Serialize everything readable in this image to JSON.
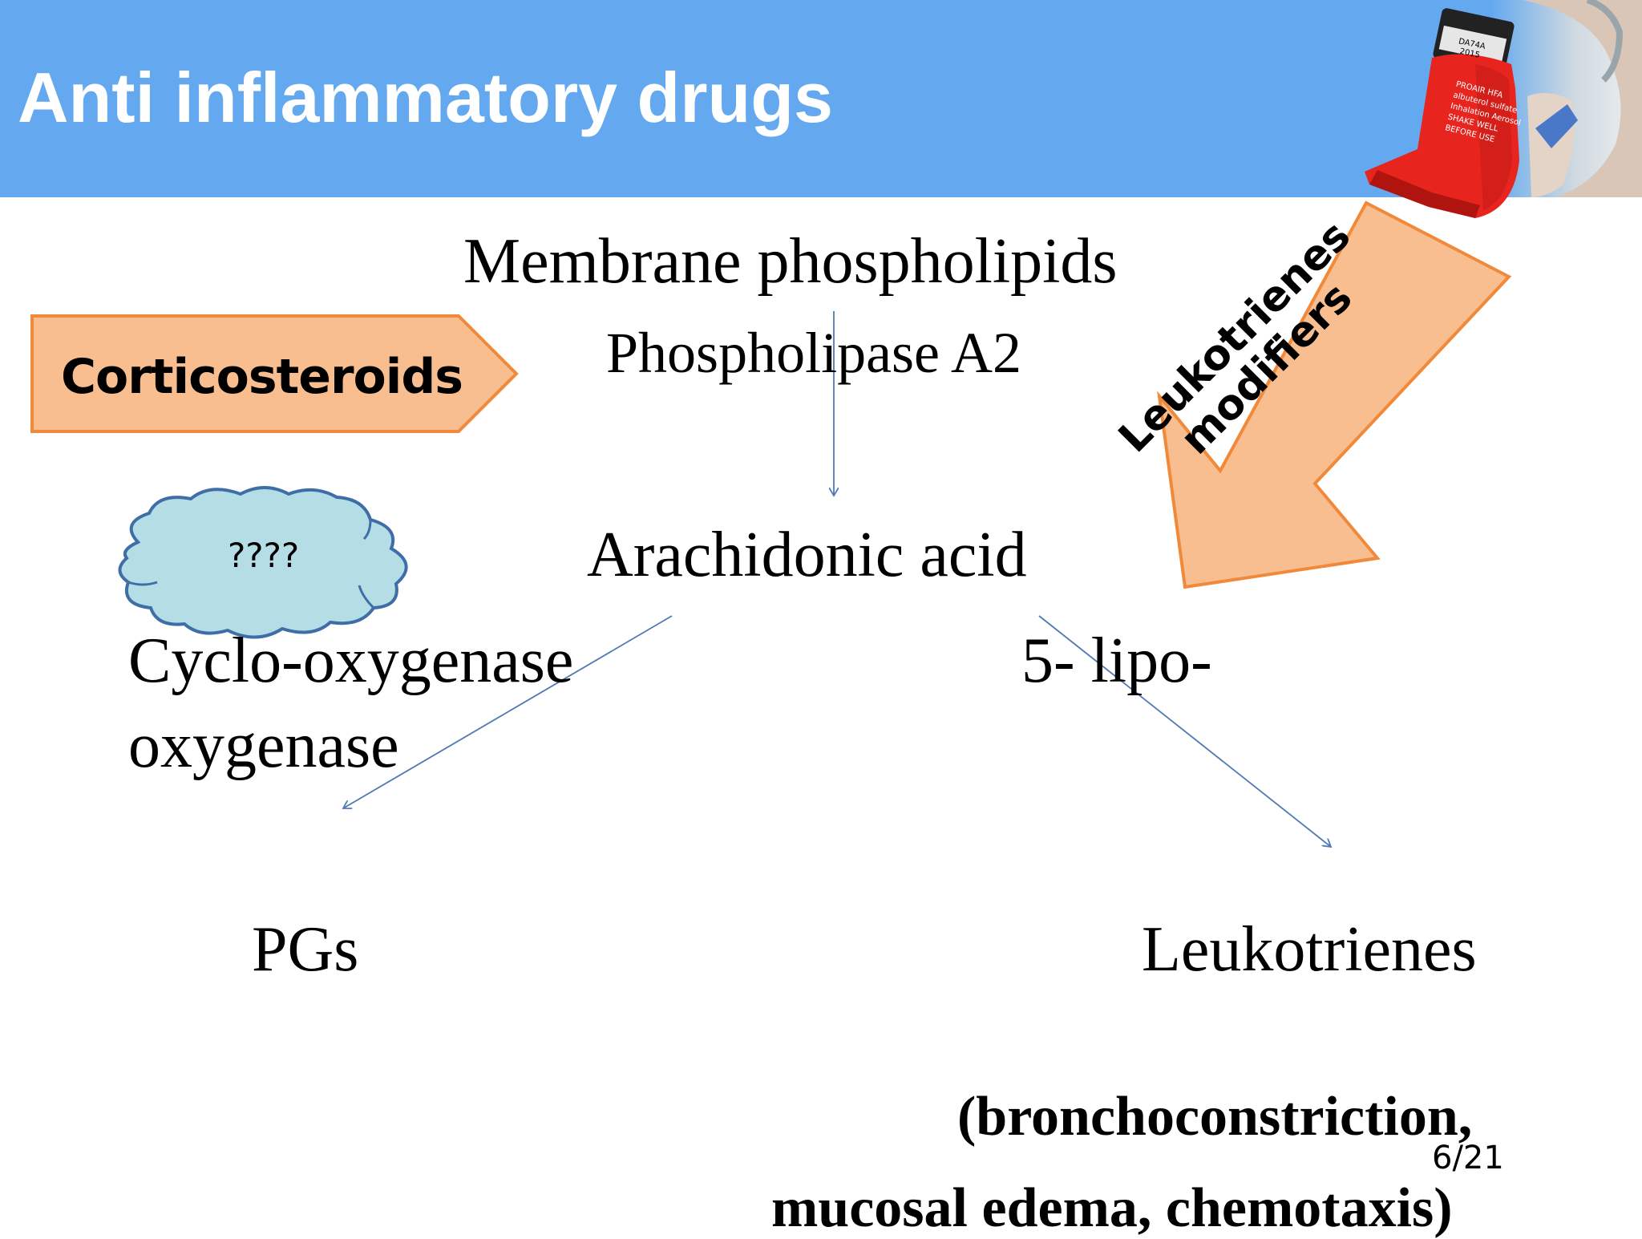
{
  "header": {
    "title": "Anti inflammatory drugs",
    "background": "#64a9ef"
  },
  "diagram": {
    "membrane": "Membrane phospholipids",
    "enzyme_pla2": "Phospholipase A2",
    "arachidonic": "Arachidonic acid",
    "cox_line1": "Cyclo-oxygenase",
    "cox_line2": "oxygenase",
    "lipo": "5- lipo-",
    "pgs": "PGs",
    "leukotrienes": "Leukotrienes",
    "effects_line1": "(bronchoconstriction,",
    "effects_line2": "mucosal edema, chemotaxis)"
  },
  "corticosteroids": {
    "label": "Corticosteroids",
    "fill": "#f9be8f",
    "stroke": "#f08a3a"
  },
  "cloud": {
    "label": "????",
    "fill": "#b4dde6",
    "stroke": "#3f6ea7"
  },
  "leukotriene_modifiers": {
    "line1": "Leukotrienes",
    "line2": "modifiers"
  },
  "inhaler_photo": {
    "icon": "inhaler-photo",
    "text_lines": [
      "DA74A",
      "2015",
      "PROAIR HFA",
      "albuterol sulfate",
      "Inhalation Aerosol",
      "SHAKE WELL",
      "BEFORE USE"
    ]
  },
  "page_number": "6/21"
}
